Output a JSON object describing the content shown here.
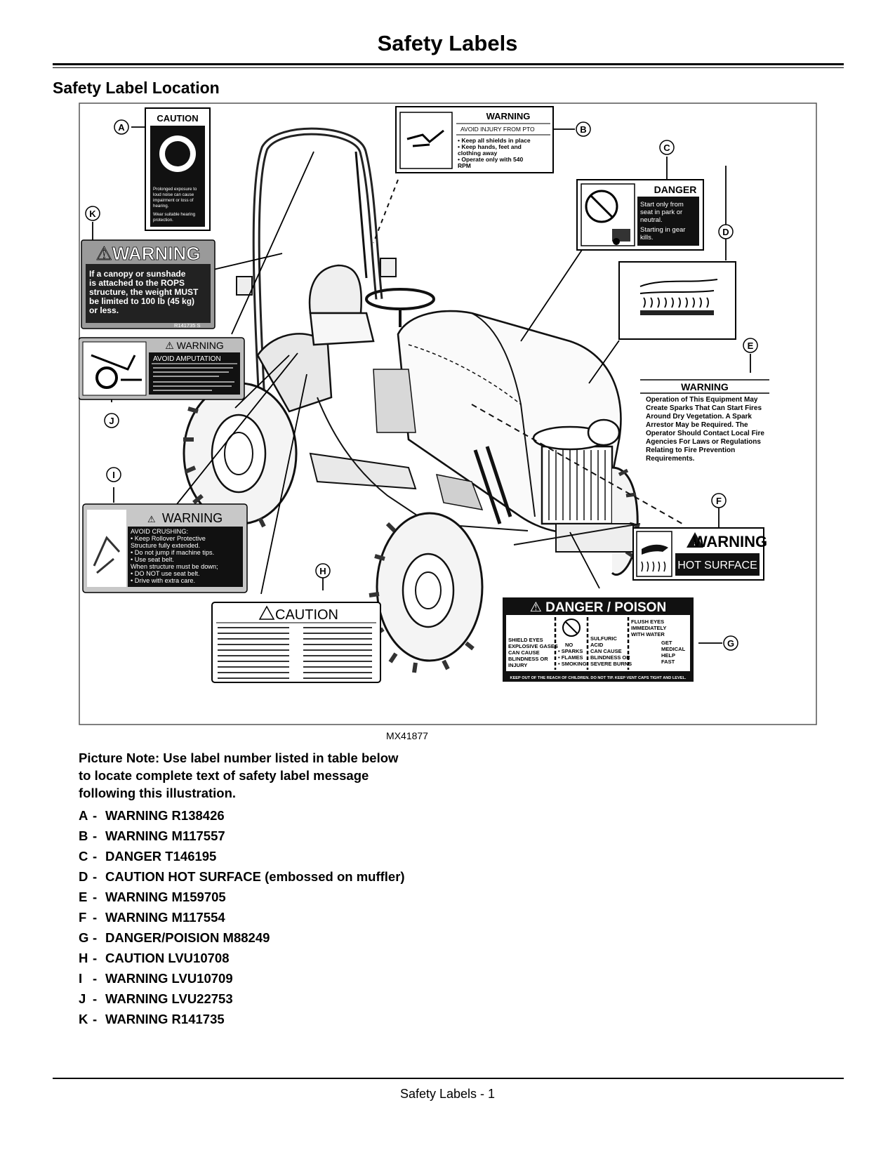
{
  "header": {
    "title": "Safety Labels"
  },
  "section": {
    "heading": "Safety Label Location"
  },
  "figure": {
    "id": "MX41877",
    "callouts": [
      "A",
      "B",
      "C",
      "D",
      "E",
      "F",
      "G",
      "H",
      "I",
      "J",
      "K"
    ],
    "decal_a": {
      "title": "CAUTION",
      "lines": [
        "Prolonged exposure to",
        "loud noise can cause",
        "impairment or loss of",
        "hearing.",
        "Wear suitable hearing",
        "protection."
      ]
    },
    "decal_b": {
      "title": "WARNING",
      "subtitle": "AVOID INJURY FROM PTO",
      "lines": [
        "• Keep all shields in place",
        "• Keep hands, feet and",
        "  clothing away",
        "• Operate only with 540",
        "  RPM"
      ]
    },
    "decal_c": {
      "title": "DANGER",
      "lines": [
        "Start only from",
        "seat in park or",
        "neutral.",
        "Starting in gear",
        "kills."
      ]
    },
    "decal_e": {
      "title": "WARNING",
      "lines": [
        "Operation of This Equipment May",
        "Create Sparks That Can Start Fires",
        "Around Dry Vegetation. A Spark",
        "Arrestor May be Required. The",
        "Operator Should Contact Local Fire",
        "Agencies For Laws or Regulations",
        "Relating to Fire Prevention",
        "Requirements."
      ]
    },
    "decal_f": {
      "title": "WARNING",
      "subtitle": "HOT SURFACE"
    },
    "decal_g": {
      "title": "DANGER / POISON",
      "col1": [
        "SHIELD EYES",
        "EXPLOSIVE GASES",
        "CAN CAUSE",
        "BLINDNESS OR",
        "INJURY"
      ],
      "col2": [
        "NO",
        "• SPARKS",
        "• FLAMES",
        "• SMOKING"
      ],
      "col3": [
        "SULFURIC",
        "ACID",
        "CAN CAUSE",
        "BLINDNESS OR",
        "SEVERE BURNS"
      ],
      "col4": [
        "FLUSH EYES",
        "IMMEDIATELY",
        "WITH WATER",
        "GET",
        "MEDICAL",
        "HELP",
        "FAST"
      ],
      "footer": "KEEP OUT OF THE REACH OF CHILDREN.  DO NOT TIP.  KEEP VENT CAPS TIGHT AND LEVEL."
    },
    "decal_h": {
      "title": "CAUTION"
    },
    "decal_i": {
      "title": "WARNING",
      "lines": [
        "AVOID CRUSHING:",
        "• Keep Rollover Protective",
        "  Structure fully extended.",
        "• Do not jump if machine tips.",
        "• Use seat belt.",
        "When structure must be down;",
        "• DO NOT use seat belt.",
        "• Drive with extra care."
      ]
    },
    "decal_j": {
      "title": "WARNING",
      "subtitle": "AVOID AMPUTATION"
    },
    "decal_k": {
      "title": "WARNING",
      "lines": [
        "If a canopy or sunshade",
        "is attached to the ROPS",
        "structure, the weight MUST",
        "be limited to 100 lb (45 kg)",
        "or less."
      ],
      "code": "R141735   S"
    }
  },
  "note": "Picture Note: Use label number listed in table below to locate complete text of safety label message following this illustration.",
  "labels": [
    {
      "letter": "A",
      "text": "WARNING R138426"
    },
    {
      "letter": "B",
      "text": "WARNING M117557"
    },
    {
      "letter": "C",
      "text": "DANGER T146195"
    },
    {
      "letter": "D",
      "text": "CAUTION HOT SURFACE (embossed on muffler)"
    },
    {
      "letter": "E",
      "text": "WARNING M159705"
    },
    {
      "letter": "F",
      "text": "WARNING M117554"
    },
    {
      "letter": "G",
      "text": "DANGER/POISION M88249"
    },
    {
      "letter": "H",
      "text": "CAUTION LVU10708"
    },
    {
      "letter": "I",
      "text": "WARNING LVU10709"
    },
    {
      "letter": "J",
      "text": "WARNING LVU22753"
    },
    {
      "letter": "K",
      "text": "WARNING R141735"
    }
  ],
  "footer": {
    "text": "Safety Labels - 1"
  }
}
